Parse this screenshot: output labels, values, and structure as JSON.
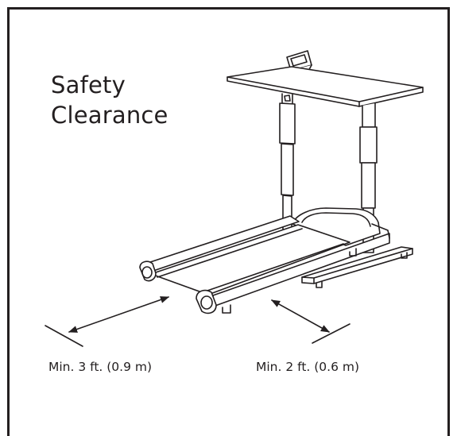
{
  "heading": {
    "line1": "Safety",
    "line2": "Clearance"
  },
  "clearances": {
    "side": "Min. 3 ft. (0.9 m)",
    "rear": "Min. 2 ft. (0.6 m)"
  },
  "colors": {
    "ink": "#231f20",
    "background": "#ffffff"
  },
  "icons": {
    "console": "control-console-icon",
    "side_arrow": "double-arrow-icon",
    "rear_arrow": "double-arrow-icon"
  }
}
